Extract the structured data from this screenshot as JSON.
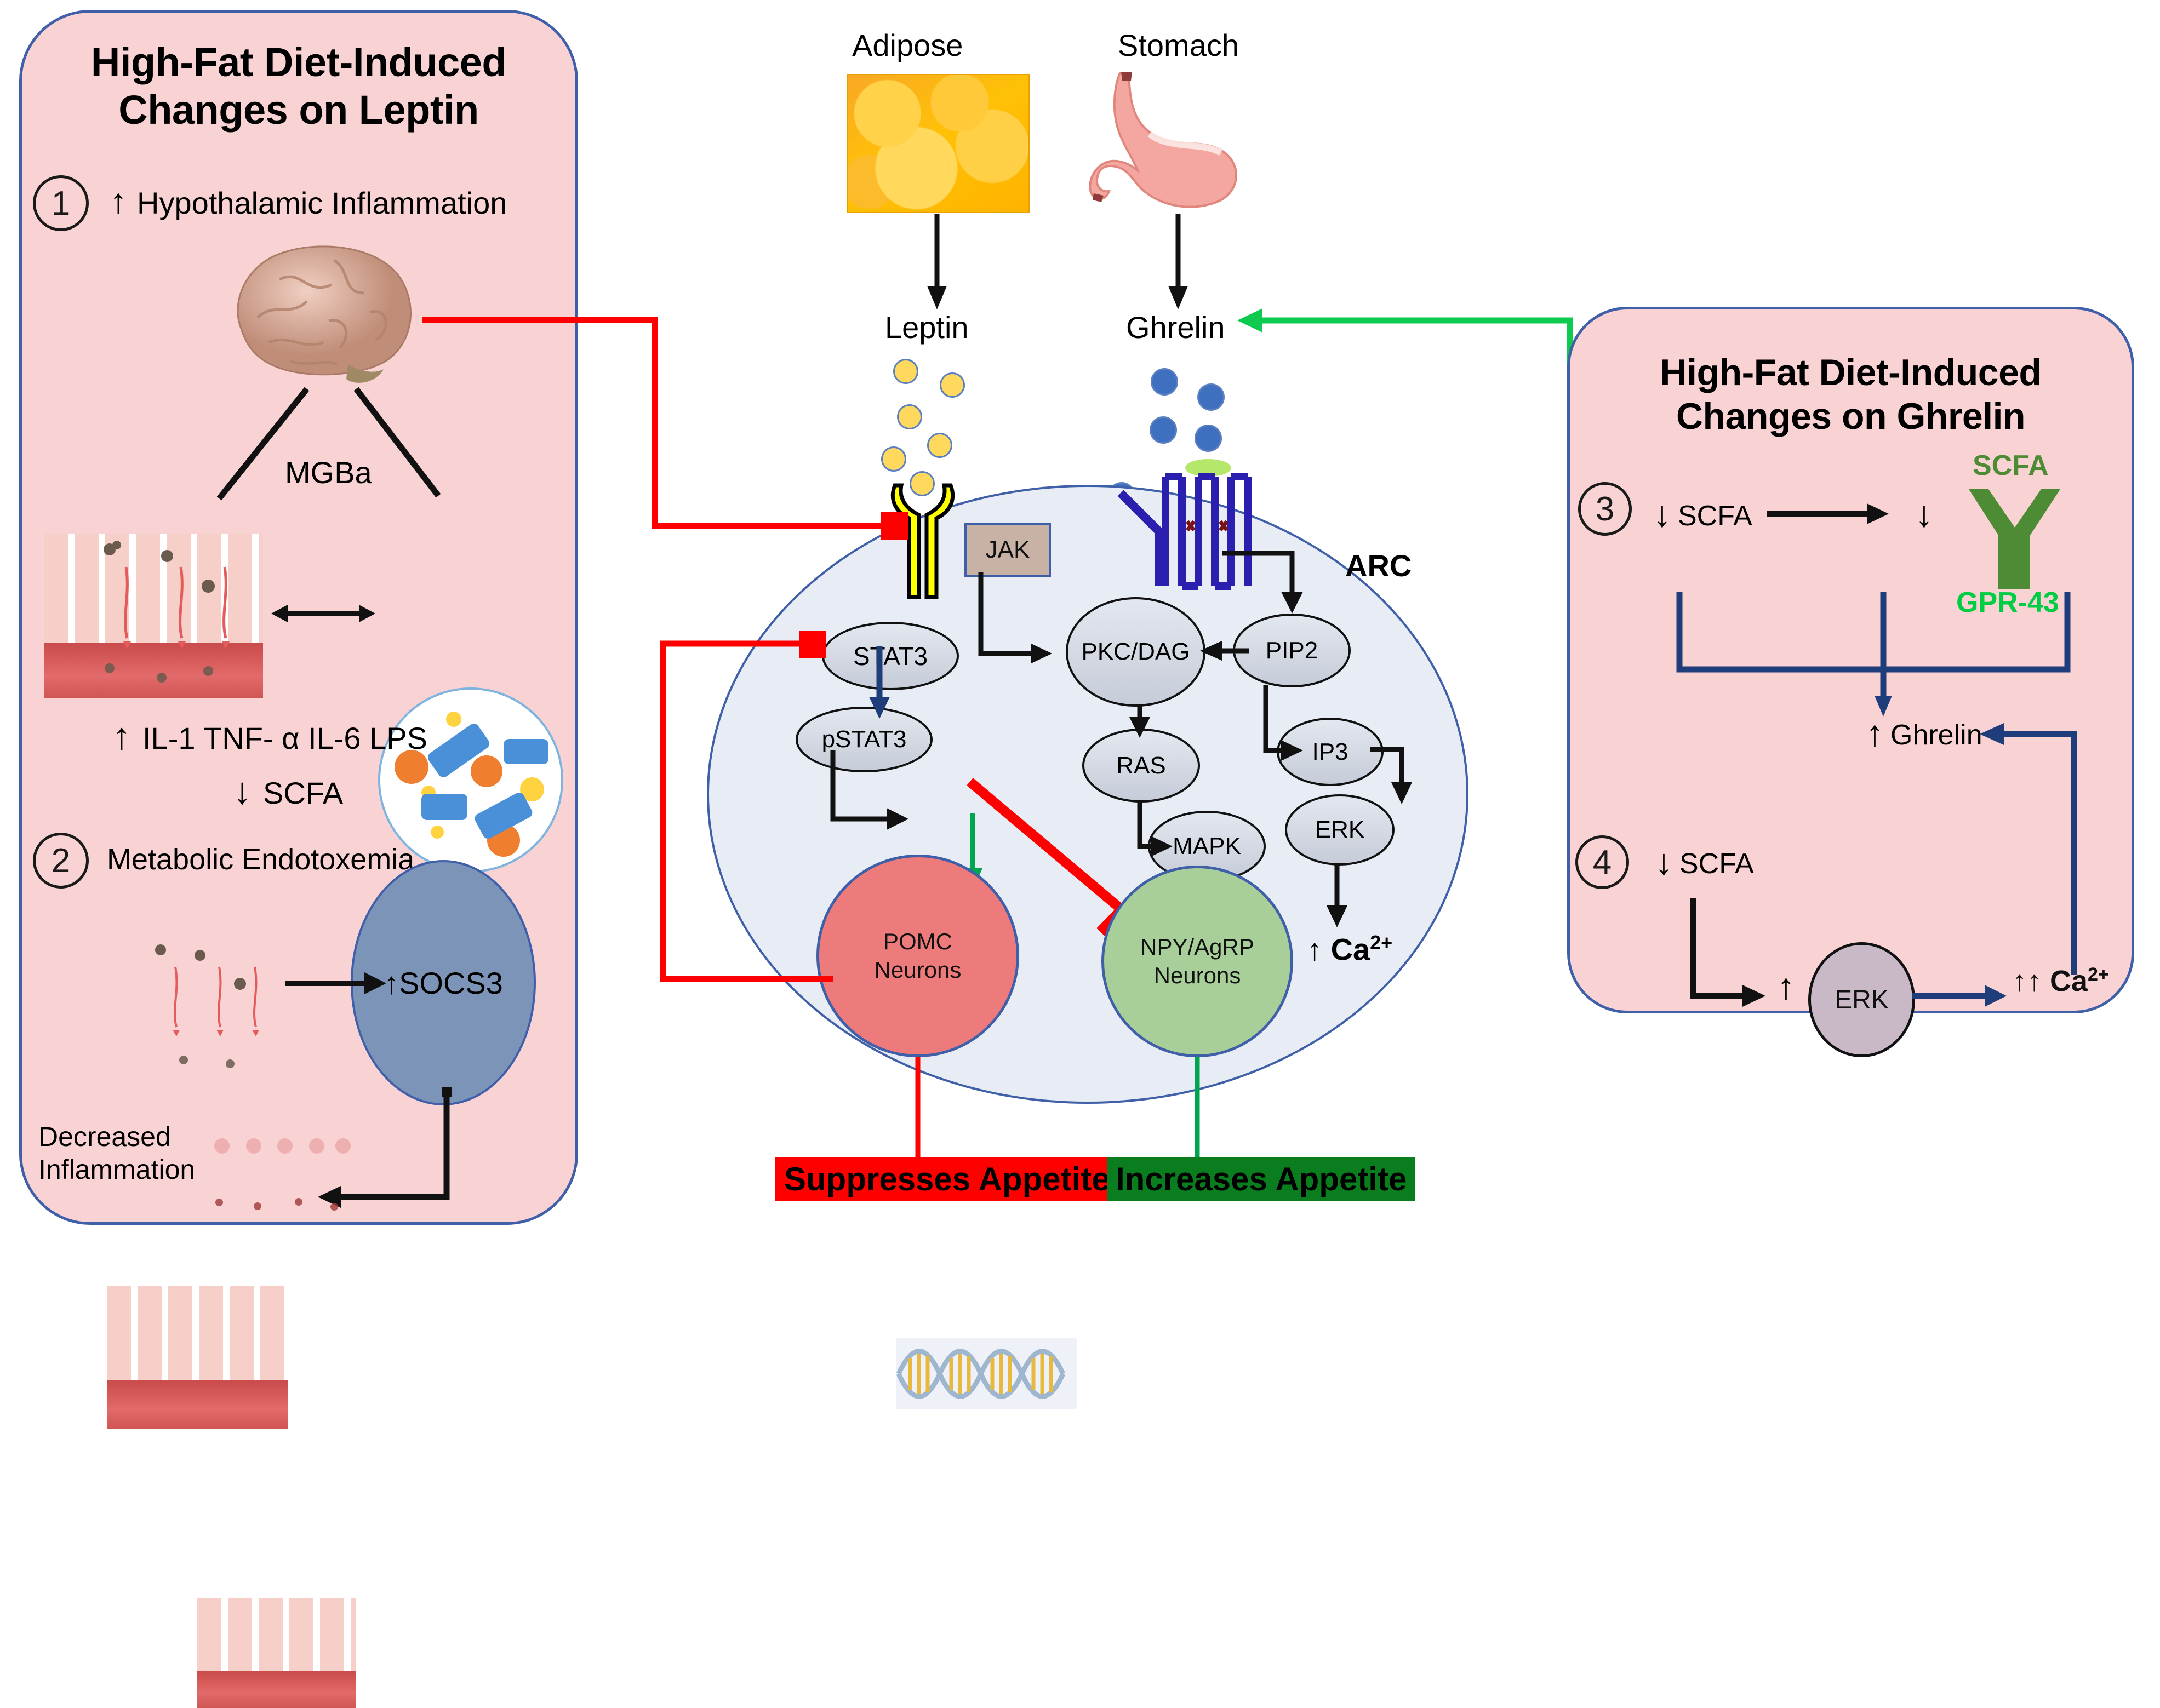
{
  "left_panel": {
    "title_line1": "High-Fat Diet-Induced",
    "title_line2": "Changes on Leptin",
    "step1": {
      "number": "1",
      "arrow": "↑",
      "label": "Hypothalamic Inflammation",
      "brain_icon": "brain-icon",
      "mgba_label": "MGBa",
      "gut_icon": "intestinal-epithelium-icon",
      "microbiome_icon": "gut-microbiome-icon",
      "cytokines_arrow": "↑",
      "cytokines": "IL-1  TNF- α  IL-6  LPS",
      "scfa_arrow": "↓",
      "scfa": "SCFA"
    },
    "step2": {
      "number": "2",
      "label": "Metabolic Endotoxemia",
      "gut_icon": "leaky-gut-epithelium-icon",
      "socs3": "↑SOCS3",
      "outcome_line1": "Decreased",
      "outcome_line2": "Inflammation",
      "healthy_gut_icon": "healthy-epithelium-icon"
    }
  },
  "center": {
    "adipose_label": "Adipose",
    "adipose_icon": "adipose-tissue-icon",
    "stomach_label": "Stomach",
    "stomach_icon": "stomach-icon",
    "leptin_label": "Leptin",
    "ghrelin_label": "Ghrelin",
    "leptin_receptor_icon": "leptin-receptor-icon",
    "ghrelin_receptor_icon": "ghsr-gpcr-receptor-icon",
    "jak": "JAK",
    "arc": "ARC",
    "nodes": {
      "stat3": "STAT3",
      "pstat3": "pSTAT3",
      "pkc_dag": "PKC/DAG",
      "pip2": "PIP2",
      "ras": "RAS",
      "ip3": "IP3",
      "mapk": "MAPK",
      "erk": "ERK"
    },
    "dna_icon": "dna-helix-icon",
    "calcium": "Ca",
    "calcium_sup": "2+",
    "calcium_arrow": "↑",
    "pomc_line1": "POMC",
    "pomc_line2": "Neurons",
    "npy_line1": "NPY/AgRP",
    "npy_line2": "Neurons",
    "suppresses_banner": "Suppresses Appetite",
    "increases_banner": "Increases Appetite"
  },
  "right_panel": {
    "title_line1": "High-Fat Diet-Induced",
    "title_line2": "Changes on Ghrelin",
    "step3": {
      "number": "3",
      "scfa_arrow": "↓",
      "scfa": "SCFA",
      "down_arrow": "↓",
      "receptor_top_label": "SCFA",
      "receptor_icon": "gpr43-receptor-icon",
      "receptor_bottom_label": "GPR-43",
      "ghrelin_arrow": "↑",
      "ghrelin": "Ghrelin"
    },
    "step4": {
      "number": "4",
      "scfa_arrow": "↓",
      "scfa": "SCFA",
      "erk_arrow": "↑",
      "erk": "ERK",
      "calcium_arrows": "↑↑",
      "calcium": "Ca",
      "calcium_sup": "2+"
    }
  },
  "colors": {
    "panel_fill": "#f9d3d3",
    "panel_border": "#3f5fa8",
    "cell_fill": "#e8edf5",
    "pomc": "#ee7b7b",
    "npy": "#a8cf9a",
    "inhibit_red": "#ff0000",
    "activate_green": "#00a64f",
    "suppress_banner_bg": "#ff0000",
    "increase_banner_bg": "#0a7d1e",
    "gpr43_green": "#00cc44",
    "scfa_green": "#4d8c35",
    "blue_arrow": "#1f3d7a",
    "leptin_dot": "#ffd95e",
    "ghrelin_dot": "#3f6fbf",
    "jak_box": "#c8b2a6",
    "receptor_yellow": "#ffff00",
    "receptor_blue": "#2b1fb0"
  }
}
